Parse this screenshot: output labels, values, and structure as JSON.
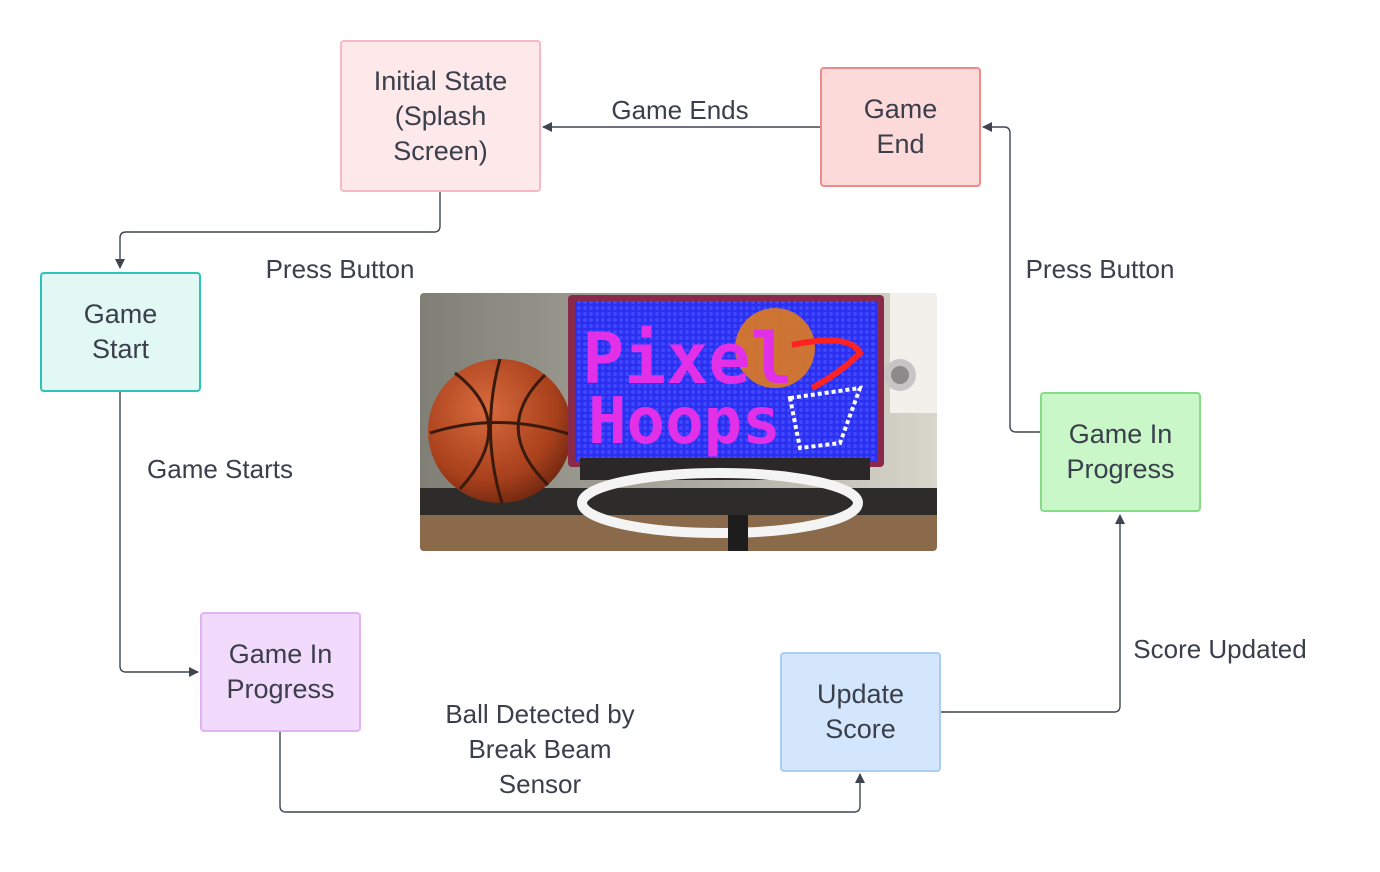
{
  "nodes": {
    "initial_state": {
      "label": "Initial State\n(Splash\nScreen)",
      "fill": "#fde8ea",
      "border": "#f7b9c4"
    },
    "game_end": {
      "label": "Game\nEnd",
      "fill": "#fddada",
      "border": "#f08a8a"
    },
    "game_start": {
      "label": "Game\nStart",
      "fill": "#e2f8f5",
      "border": "#2cc4b4"
    },
    "game_in_progress_right": {
      "label": "Game In\nProgress",
      "fill": "#c9f7c8",
      "border": "#86dc86"
    },
    "game_in_progress_left": {
      "label": "Game In\nProgress",
      "fill": "#f2dafc",
      "border": "#e2b3f4"
    },
    "update_score": {
      "label": "Update\nScore",
      "fill": "#d3e6fc",
      "border": "#a9cdf3"
    }
  },
  "edges": {
    "game_ends": "Game Ends",
    "press_button_left": "Press Button",
    "press_button_right": "Press Button",
    "game_starts": "Game Starts",
    "ball_detected": "Ball Detected by\nBreak Beam\nSensor",
    "score_updated": "Score Updated"
  },
  "photo": {
    "sign_line1": "Pixel",
    "sign_line2": "Hoops"
  },
  "colors": {
    "edge": "#3f4451"
  }
}
